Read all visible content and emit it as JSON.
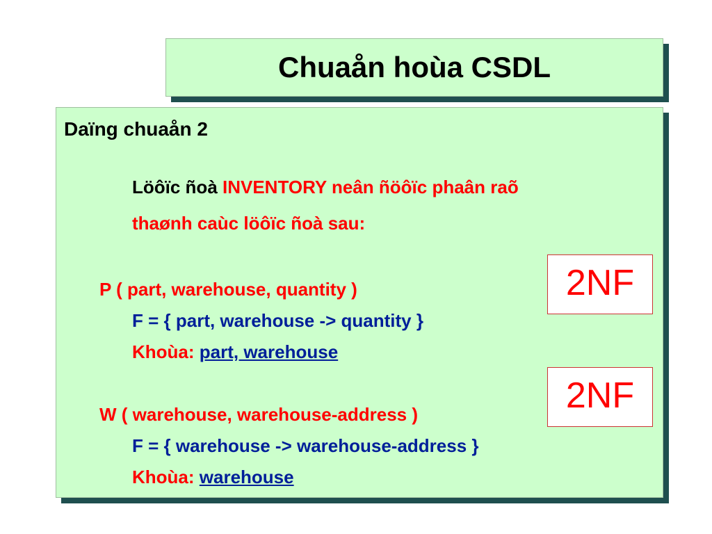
{
  "title": "Chuaån hoùa CSDL",
  "heading": "Daïng chuaån 2",
  "intro": {
    "part1": "Löôïc ñoà ",
    "part2": "INVENTORY neân ñöôïc phaân raõ",
    "line2": "thaønh caùc löôïc ñoà sau:"
  },
  "schema_p": {
    "relation": "P ( part, warehouse, quantity )",
    "fd": "F = {  part, warehouse -> quantity  }",
    "key_label": "Khoùa: ",
    "key_value": "part, warehouse",
    "badge": "2NF"
  },
  "schema_w": {
    "relation": "W ( warehouse, warehouse-address )",
    "fd": "F = { warehouse -> warehouse-address }",
    "key_label": "Khoùa: ",
    "key_value": "warehouse",
    "badge": "2NF"
  },
  "colors": {
    "panel": "#ccffcc",
    "shadow": "#1f4f4f",
    "red": "#ff0000",
    "blue": "#0033cc"
  }
}
